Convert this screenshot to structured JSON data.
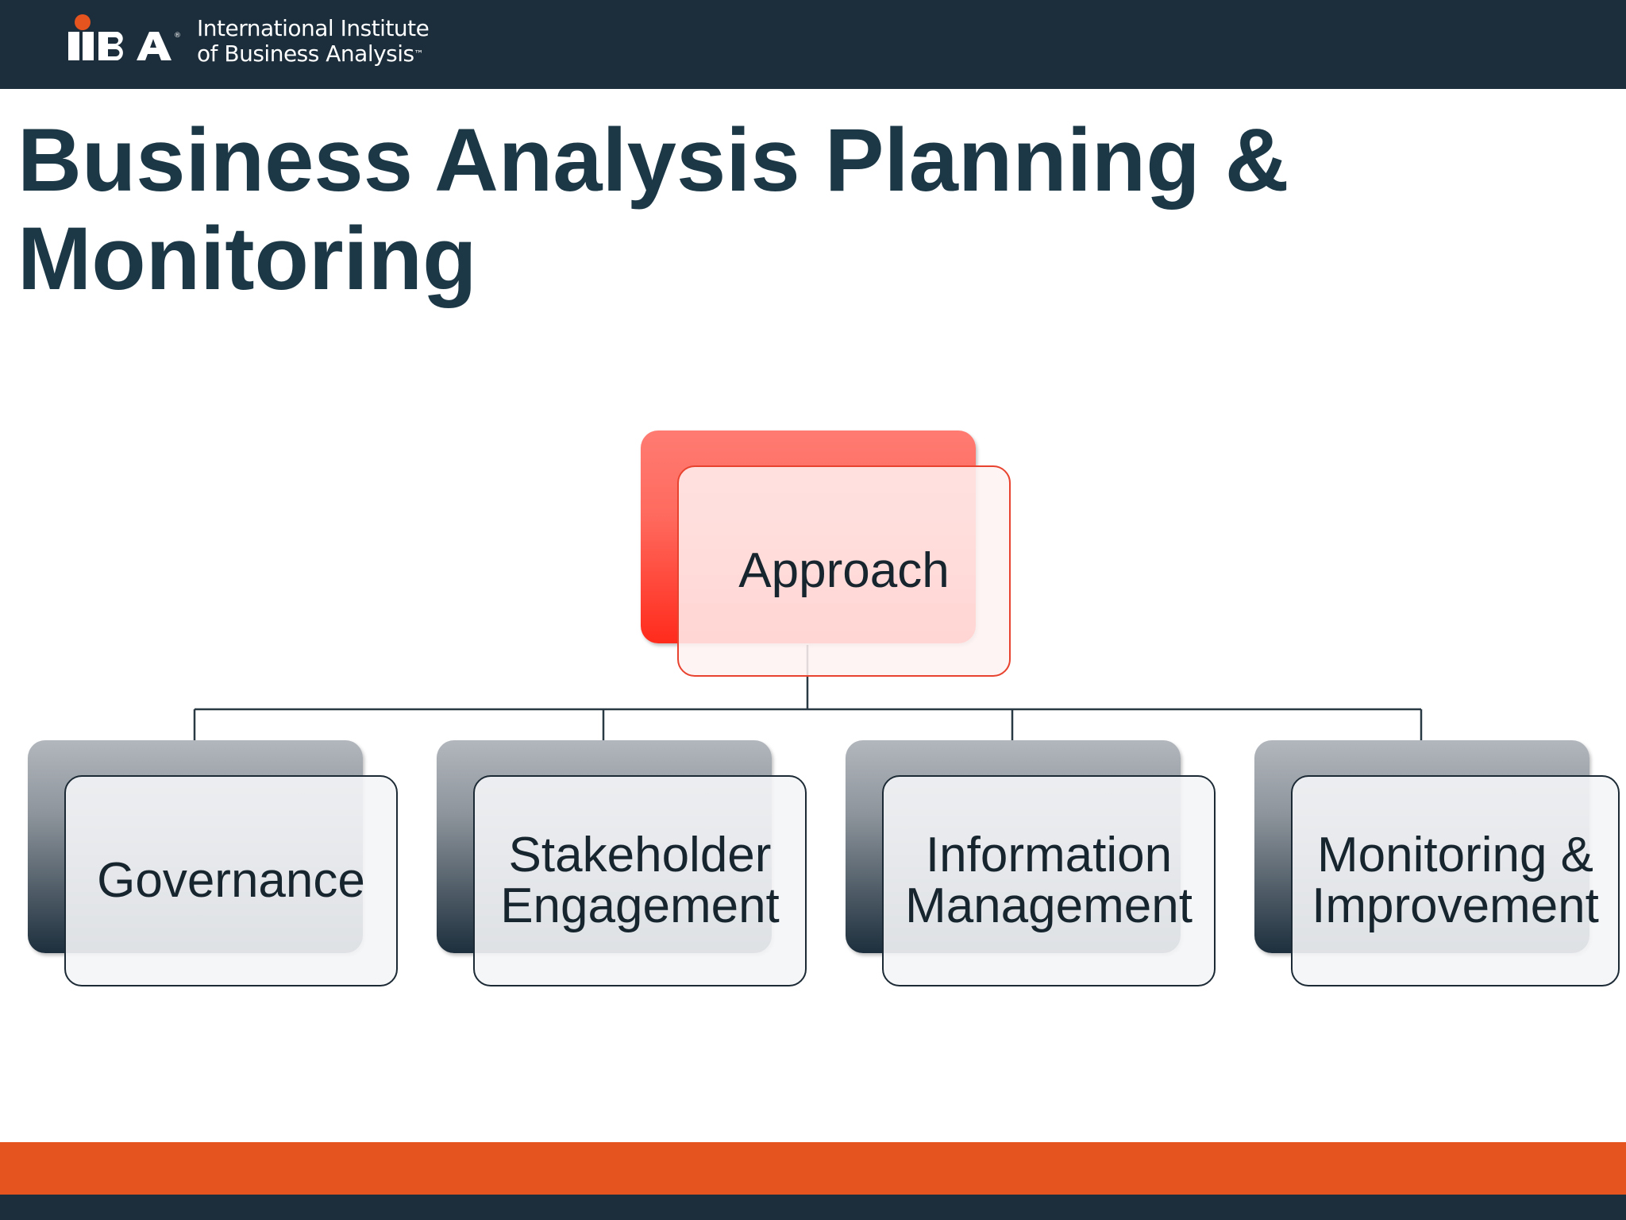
{
  "brand": {
    "logo_letters": "IIBA",
    "registered_mark": "®",
    "name_line1": "International Institute",
    "name_line2": "of Business Analysis",
    "trademark": "™",
    "accent_color": "#e5531f",
    "dark_color": "#1c2e3b"
  },
  "slide": {
    "title_line1": "Business Analysis Planning &",
    "title_line2": "Monitoring"
  },
  "diagram": {
    "root": {
      "label": "Approach",
      "color": "#ff3b2b"
    },
    "children": [
      {
        "label_line1": "Governance",
        "label_line2": ""
      },
      {
        "label_line1": "Stakeholder",
        "label_line2": "Engagement"
      },
      {
        "label_line1": "Information",
        "label_line2": "Management"
      },
      {
        "label_line1": "Monitoring &",
        "label_line2": "Improvement"
      }
    ]
  }
}
